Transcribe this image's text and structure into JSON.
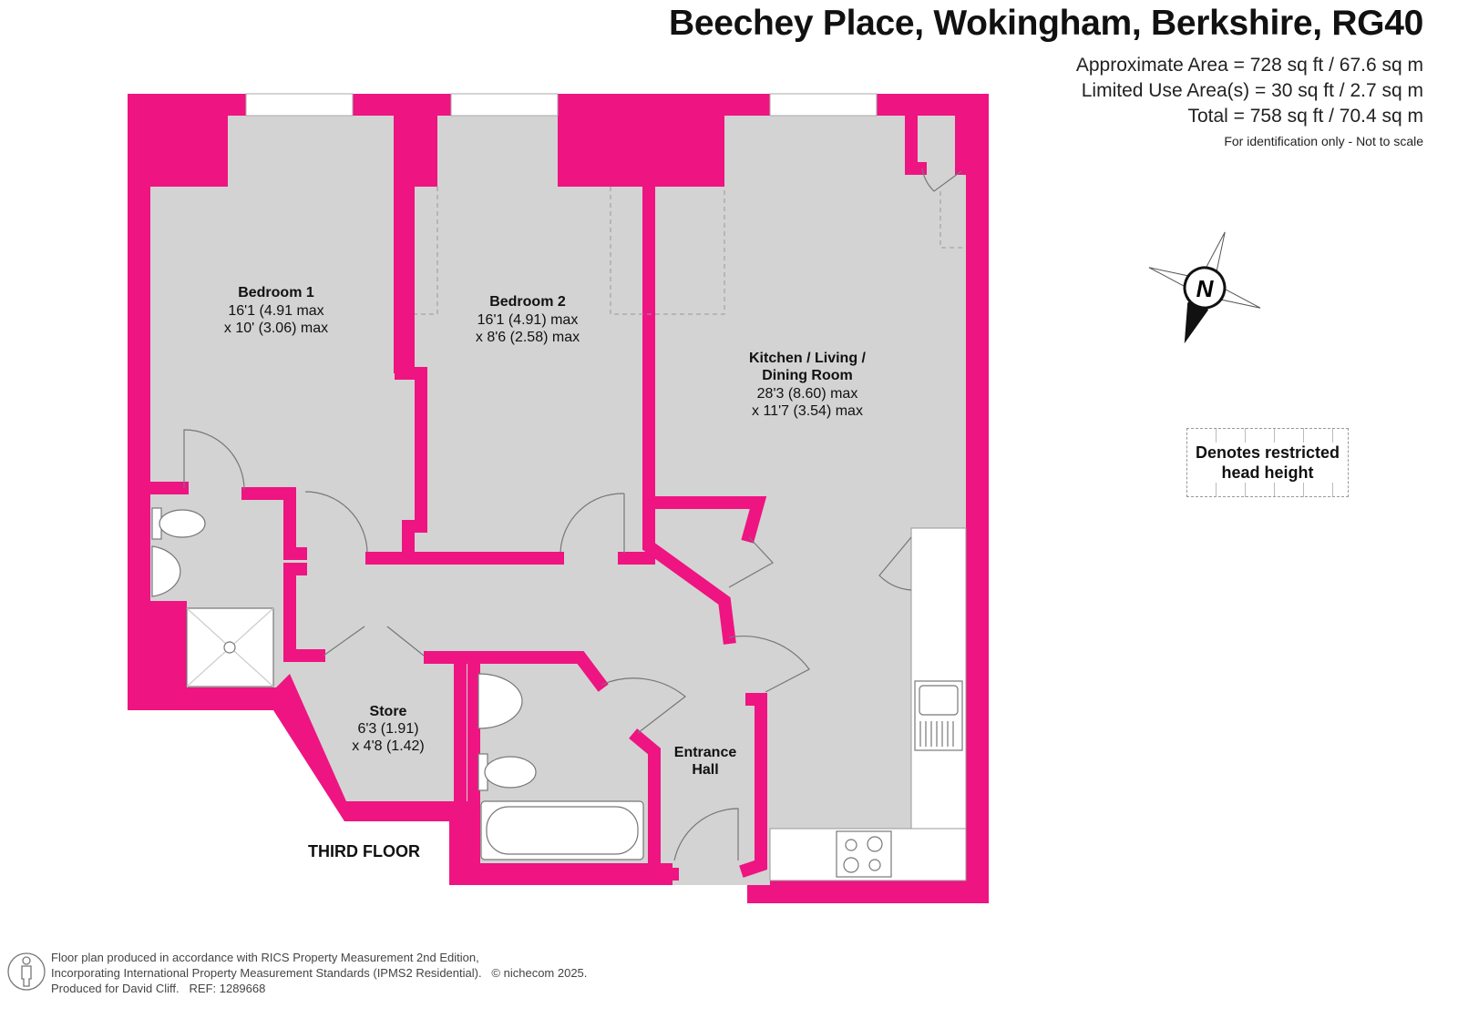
{
  "title": "Beechey Place, Wokingham, Berkshire, RG40",
  "areas": {
    "approximate": "Approximate Area = 728 sq ft / 67.6 sq m",
    "limited_use": "Limited Use Area(s) = 30 sq ft / 2.7 sq m",
    "total": "Total = 758 sq ft / 70.4 sq m",
    "note": "For identification only - Not to scale"
  },
  "rooms": {
    "bedroom1": {
      "name": "Bedroom 1",
      "dim1": "16'1 (4.91 max",
      "dim2": "x 10' (3.06) max"
    },
    "bedroom2": {
      "name": "Bedroom 2",
      "dim1": "16'1 (4.91) max",
      "dim2": "x 8'6 (2.58) max"
    },
    "kitchen": {
      "name1": "Kitchen / Living /",
      "name2": "Dining Room",
      "dim1": "28'3 (8.60) max",
      "dim2": "x 11'7 (3.54) max"
    },
    "store": {
      "name": "Store",
      "dim1": "6'3 (1.91)",
      "dim2": "x 4'8 (1.42)"
    },
    "hall": {
      "name1": "Entrance",
      "name2": "Hall"
    }
  },
  "floor_label": "THIRD FLOOR",
  "legend": {
    "line1": "Denotes restricted",
    "line2": "head height"
  },
  "compass": {
    "label": "N"
  },
  "footer": {
    "line1": "Floor plan produced in accordance with RICS Property Measurement 2nd Edition,",
    "line2": "Incorporating International Property Measurement Standards (IPMS2 Residential).",
    "copyright": "© nichecom 2025.",
    "line3": "Produced for David Cliff.",
    "ref": "REF:  1289668"
  },
  "colors": {
    "wall": "#EE1482",
    "floor": "#D3D3D3"
  }
}
